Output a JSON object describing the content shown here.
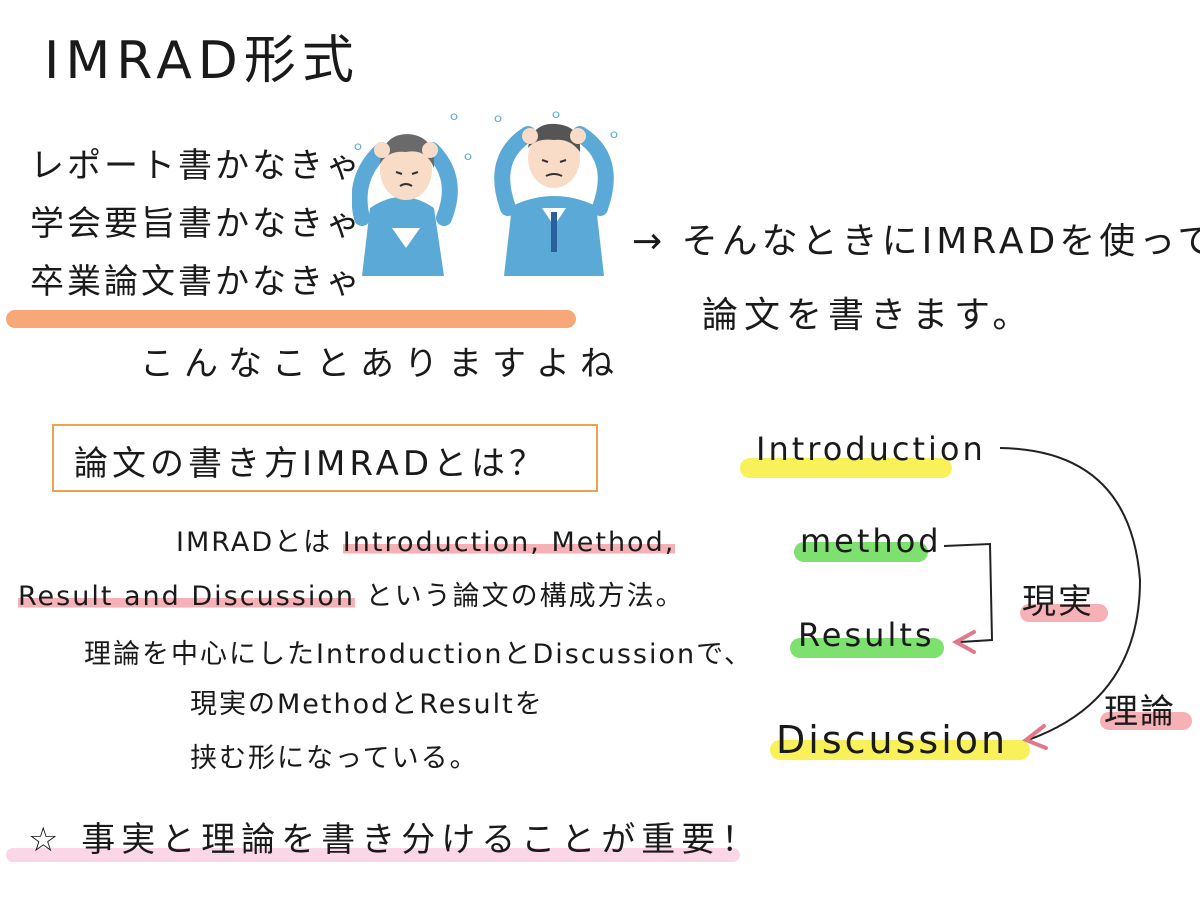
{
  "title": "IMRAD形式",
  "worries": [
    "レポート書かなきゃ",
    "学会要旨書かなきゃ",
    "卒業論文書かなきゃ"
  ],
  "caption": "こんなことありますよね",
  "solution": {
    "line1": "→ そんなときにIMRADを使って",
    "line2": "論文を書きます。"
  },
  "question_box": "論文の書き方IMRADとは？",
  "explanation": {
    "l1_pre": "IMRADとは",
    "l1_hl": "Introduction, Method,",
    "l2_hl": "Result and Discussion",
    "l2_post": "という論文の構成方法。",
    "l3": "理論を中心にしたIntroductionとDiscussionで、",
    "l4": "現実のMethodとResultを",
    "l5": "挟む形になっている。"
  },
  "diagram": {
    "introduction": "Introduction",
    "method": "method",
    "results": "Results",
    "discussion": "Discussion",
    "reality_label": "現実",
    "theory_label": "理論"
  },
  "footer": {
    "star": "☆",
    "text": "事実と理論を書き分けることが重要！"
  },
  "colors": {
    "orange_bar": "#f8a878",
    "box_border": "#f0a050",
    "pink_highlight": "#f6b1b6",
    "yellow_highlight": "#f8f15a",
    "green_highlight": "#7ee06e",
    "light_pink": "#fbd6e6",
    "suit_blue": "#5aa9d6"
  }
}
